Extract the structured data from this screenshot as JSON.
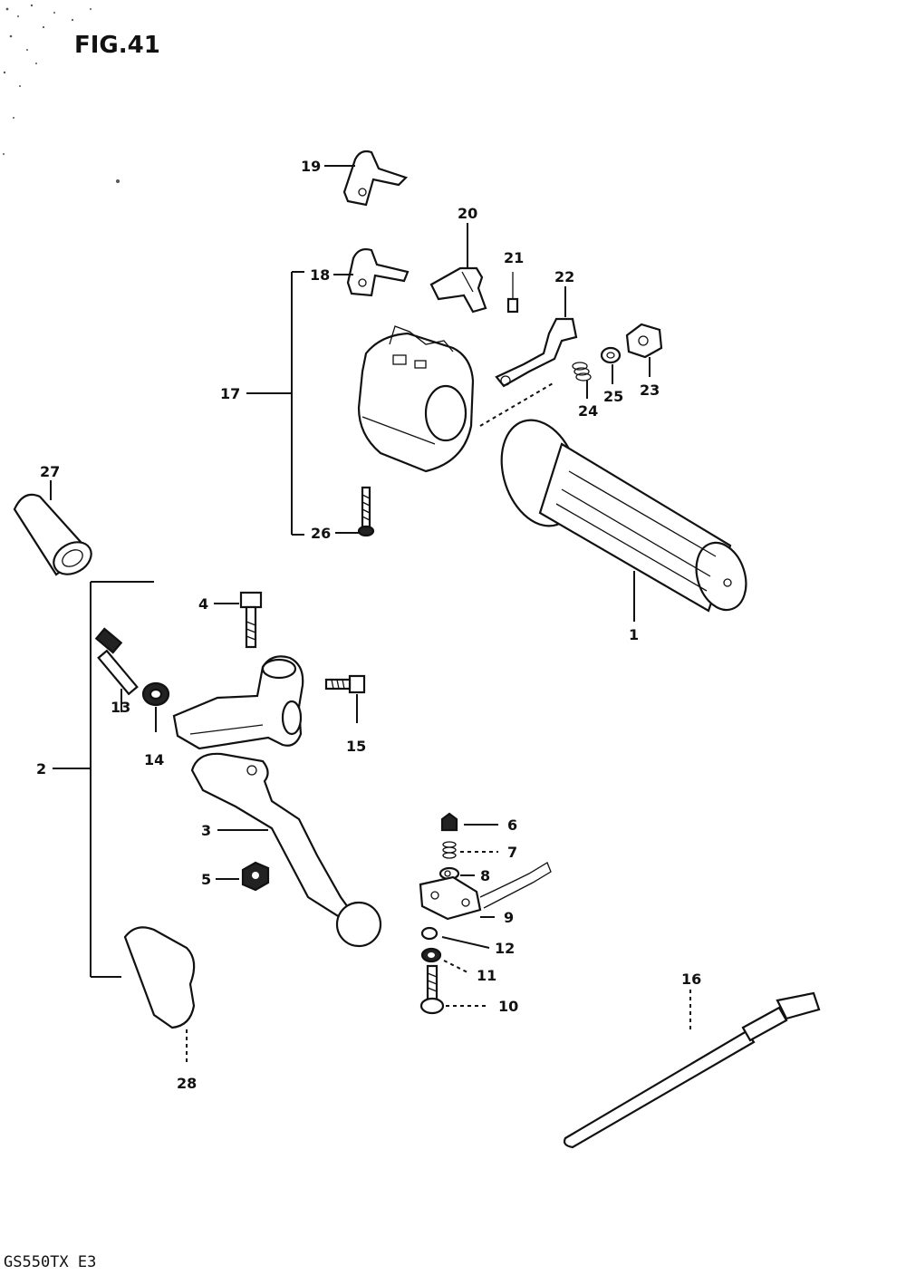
{
  "title": "FIG.41",
  "model": "GS550TX  E3",
  "callouts": {
    "c1": "1",
    "c2": "2",
    "c3": "3",
    "c4": "4",
    "c5": "5",
    "c6": "6",
    "c7": "7",
    "c8": "8",
    "c9": "9",
    "c10": "10",
    "c11": "11",
    "c12": "12",
    "c13": "13",
    "c14": "14",
    "c15": "15",
    "c16": "16",
    "c17": "17",
    "c18": "18",
    "c19": "19",
    "c20": "20",
    "c21": "21",
    "c22": "22",
    "c23": "23",
    "c24": "24",
    "c25": "25",
    "c26": "26",
    "c27": "27",
    "c28": "28"
  }
}
